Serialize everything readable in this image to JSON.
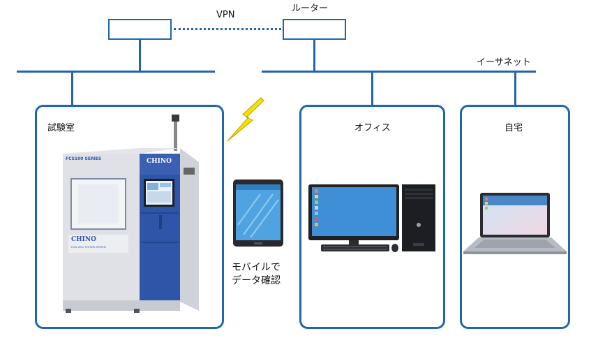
{
  "network": {
    "vpn_label": "VPN",
    "router_label": "ルーター",
    "ethernet_label": "イーサネット"
  },
  "locations": {
    "lab": {
      "title": "試験室"
    },
    "office": {
      "title": "オフィス"
    },
    "home": {
      "title": "自宅"
    }
  },
  "mobile": {
    "caption_line1": "モバイルで",
    "caption_line2": "データ確認"
  },
  "machine": {
    "brand": "CHINO",
    "series": "FCS100 SERIES",
    "subtitle": "FUEL CELL TESTING SYSTEM"
  },
  "colors": {
    "line": "#1e66b0",
    "lightning": "#f5e400",
    "machine_blue": "#2f55a8",
    "screen_blue": "#3b8fd8"
  },
  "icons": [
    "lightning-icon",
    "tablet-icon",
    "desktop-computer-icon",
    "laptop-icon",
    "test-machine-image"
  ]
}
